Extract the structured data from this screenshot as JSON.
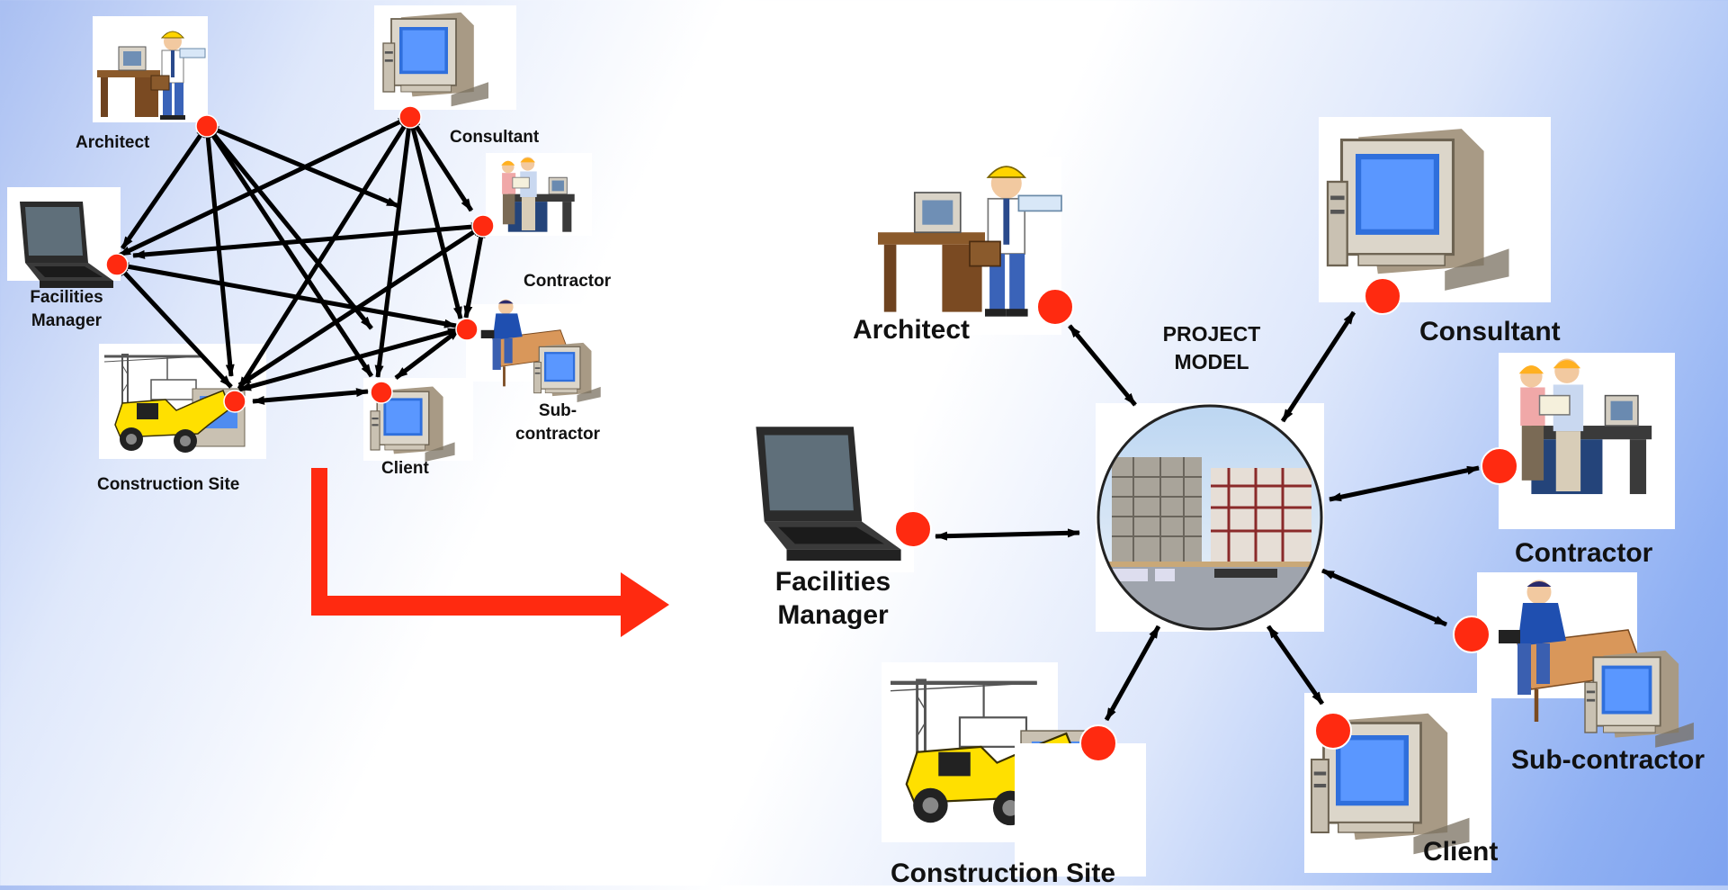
{
  "left_network": {
    "nodes": {
      "architect": "Architect",
      "consultant": "Consultant",
      "contractor": "Contractor",
      "facilities_manager": [
        "Facilities",
        "Manager"
      ],
      "subcontractor": [
        "Sub-",
        "contractor"
      ],
      "construction_site": "Construction Site",
      "client": "Client"
    }
  },
  "right_network": {
    "hub": [
      "PROJECT",
      "MODEL"
    ],
    "nodes": {
      "architect": "Architect",
      "consultant": "Consultant",
      "contractor": "Contractor",
      "facilities_manager": [
        "Facilities",
        "Manager"
      ],
      "subcontractor": "Sub-contractor",
      "construction_site": "Construction Site",
      "client": "Client"
    }
  },
  "colors": {
    "connector_dot": "#ff2a10",
    "transition_arrow": "#ff2a10",
    "link_arrows": "#000000"
  },
  "icons": [
    "architect-icon",
    "computer-icon",
    "contractor-team-icon",
    "laptop-icon",
    "construction-site-icon",
    "subcontractor-icon",
    "project-model-globe-icon"
  ]
}
